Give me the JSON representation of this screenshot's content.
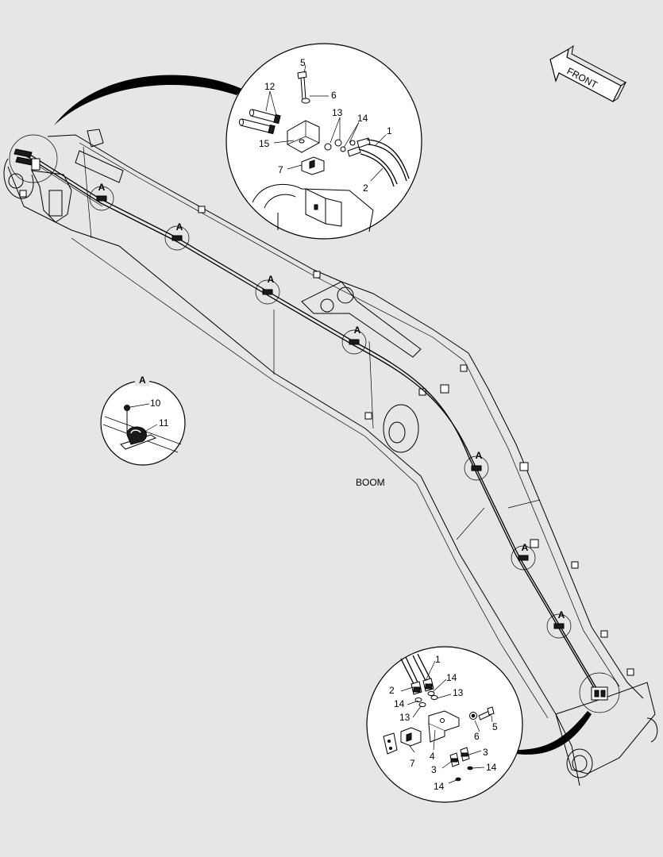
{
  "labels": {
    "front": "FRONT",
    "boom": "BOOM",
    "detail_a_title": "A",
    "clamp_marker": "A",
    "top_detail": {
      "l1": "1",
      "l2": "2",
      "l5": "5",
      "l6": "6",
      "l7": "7",
      "l12": "12",
      "l13": "13",
      "l14": "14",
      "l15": "15"
    },
    "detail_a": {
      "l10": "10",
      "l11": "11"
    },
    "bottom_detail": {
      "l1": "1",
      "l2": "2",
      "l3a": "3",
      "l3b": "3",
      "l4": "4",
      "l5": "5",
      "l6": "6",
      "l7": "7",
      "l13a": "13",
      "l13b": "13",
      "l14a": "14",
      "l14b": "14",
      "l14c": "14",
      "l14d": "14"
    }
  },
  "icons": {
    "front_arrow": "front-arrow-icon",
    "detail_callout": "detail-callout-arrow-icon"
  }
}
